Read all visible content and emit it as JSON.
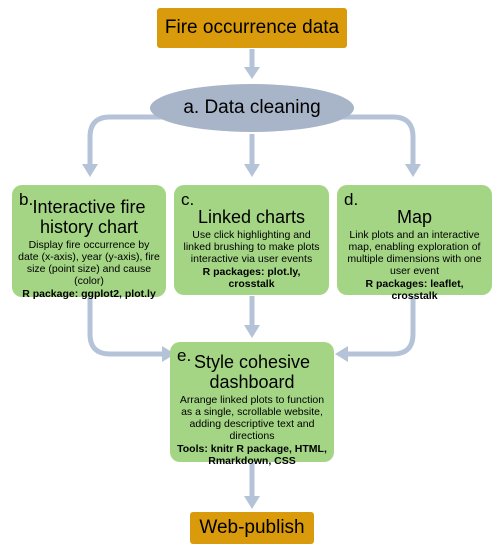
{
  "nodes": {
    "fire_occurrence": {
      "label": "Fire occurrence data"
    },
    "data_cleaning": {
      "label": "a. Data cleaning"
    },
    "interactive_chart": {
      "letter": "b.",
      "title": "Interactive fire history chart",
      "description": "Display fire occurrence by date (x-axis), year (y-axis), fire size (point size) and cause (color)",
      "packages": "R package: ggplot2, plot.ly"
    },
    "linked_charts": {
      "letter": "c.",
      "title": "Linked charts",
      "description": "Use click highlighting and linked brushing to make plots interactive via user events",
      "packages": "R packages: plot.ly, crosstalk"
    },
    "map": {
      "letter": "d.",
      "title": "Map",
      "description": "Link plots and an interactive map, enabling exploration of multiple dimensions with one user event",
      "packages": "R packages: leaflet, crosstalk"
    },
    "dashboard": {
      "letter": "e.",
      "title": "Style cohesive dashboard",
      "description": "Arrange linked plots to function as a single, scrollable website, adding descriptive text and directions",
      "packages": "Tools: knitr R package, HTML, Rmarkdown, CSS"
    },
    "web_publish": {
      "label": "Web-publish"
    }
  },
  "colors": {
    "orange": "#d99a0c",
    "ellipse": "#a8b4c8",
    "green": "#a3d585",
    "arrow": "#b4c3d8"
  }
}
